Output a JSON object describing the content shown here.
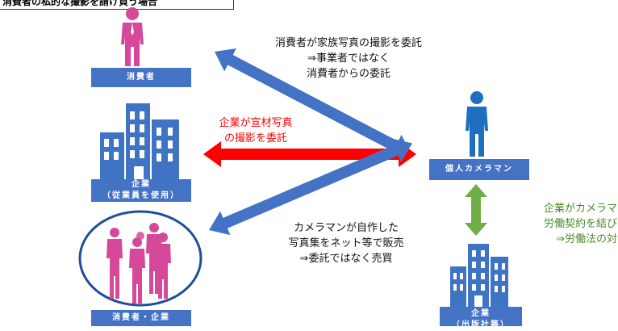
{
  "header": {
    "title": "消費者の私的な撮影を請け負う場合"
  },
  "nodes": {
    "consumer": "消費者",
    "company_line1": "企業",
    "company_line2": "（従業員を使用）",
    "consumer_company": "消費者・企業",
    "freelancer": "個人カメラマン",
    "publisher_line1": "企業",
    "publisher_line2": "（出版社等）"
  },
  "relations": {
    "top": [
      "消費者が家族写真の撮影を委託",
      "⇒事業者ではなく",
      "消費者からの委託"
    ],
    "middle": [
      "企業が宣材写真",
      "の撮影を委託"
    ],
    "bottom": [
      "カメラマンが自作した",
      "写真集をネット等で販売",
      "⇒委託ではなく売買"
    ],
    "right": [
      "企業がカメラマン",
      "労働契約を結び、",
      "⇒労働法の対象"
    ]
  },
  "colors": {
    "label_blue": "#4472c4",
    "person_pink": "#d6489a",
    "person_blue": "#1f6fc0",
    "arrow_blue": "#4472c4",
    "arrow_red": "#ff0000",
    "arrow_green": "#70ad47",
    "building_blue": "#3f74c4",
    "ellipse_border": "#1f4e99"
  }
}
